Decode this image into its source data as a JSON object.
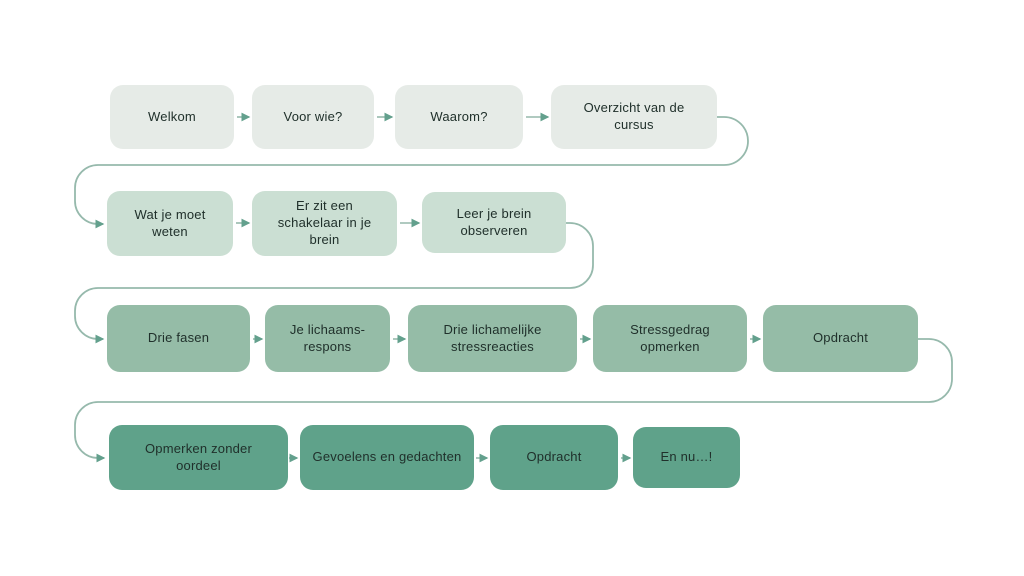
{
  "diagram": {
    "type": "flowchart",
    "background": "#ffffff",
    "text_color": "#20302b",
    "connector_color": "#96b9ac",
    "arrowhead_color": "#63a08d",
    "rows": [
      {
        "color": "#e6ebe7",
        "nodes": [
          {
            "label": "Welkom"
          },
          {
            "label": "Voor wie?"
          },
          {
            "label": "Waarom?"
          },
          {
            "label": "Overzicht van de cursus"
          }
        ]
      },
      {
        "color": "#cbdfd3",
        "nodes": [
          {
            "label": "Wat je moet weten"
          },
          {
            "label": "Er zit een schakelaar in je brein"
          },
          {
            "label": "Leer je brein observeren"
          }
        ]
      },
      {
        "color": "#95bca7",
        "nodes": [
          {
            "label": "Drie fasen"
          },
          {
            "label": "Je lichaams-respons"
          },
          {
            "label": "Drie lichamelijke stressreacties"
          },
          {
            "label": "Stressgedrag opmerken"
          },
          {
            "label": "Opdracht"
          }
        ]
      },
      {
        "color": "#5fa28a",
        "nodes": [
          {
            "label": "Opmerken zonder oordeel"
          },
          {
            "label": "Gevoelens en gedachten"
          },
          {
            "label": "Opdracht"
          },
          {
            "label": "En nu…!"
          }
        ]
      }
    ]
  }
}
